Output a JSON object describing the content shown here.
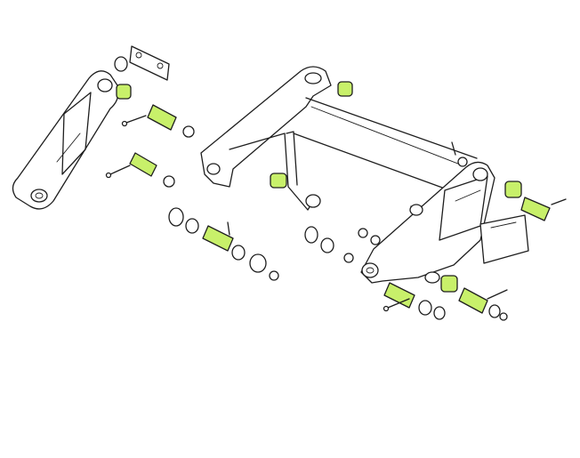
{
  "colors": {
    "background": "#ffffff",
    "line": "#1e1e1e",
    "highlight": "#c8f06a"
  },
  "parts": [
    "loader-arm",
    "mounting-frame",
    "cross-tube",
    "mounting-plate",
    "guard-plate",
    "pin",
    "bushing",
    "spacer-ring",
    "bolt",
    "nut"
  ]
}
